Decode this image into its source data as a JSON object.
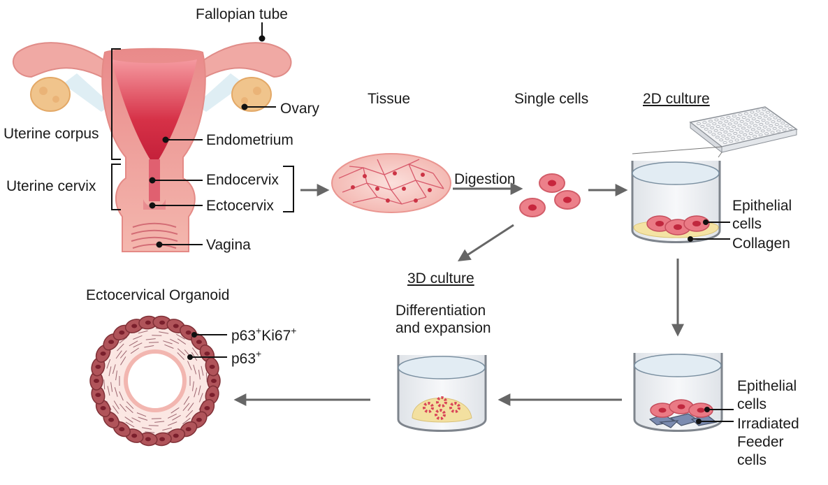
{
  "anatomy": {
    "fallopian_tube": "Fallopian tube",
    "ovary": "Ovary",
    "uterine_corpus": "Uterine corpus",
    "endometrium": "Endometrium",
    "uterine_cervix": "Uterine cervix",
    "endocervix": "Endocervix",
    "ectocervix": "Ectocervix",
    "vagina": "Vagina"
  },
  "steps": {
    "tissue": "Tissue",
    "single_cells": "Single cells",
    "culture_2d": "2D culture",
    "digestion": "Digestion",
    "culture_3d": "3D culture",
    "differentiation_line1": "Differentiation",
    "differentiation_line2": "and expansion"
  },
  "dish_2d": {
    "epithelial_line1": "Epithelial",
    "epithelial_line2": "cells",
    "collagen": "Collagen"
  },
  "dish_feeder": {
    "epithelial_line1": "Epithelial",
    "epithelial_line2": "cells",
    "irradiated": "Irradiated",
    "feeder": "Feeder",
    "cells": "cells"
  },
  "organoid": {
    "title": "Ectocervical Organoid",
    "p63_prefix": "p63",
    "ki67_prefix": "Ki67",
    "superscript": "+"
  },
  "colors": {
    "uterus_outer": "#f2b3ad",
    "uterus_inner": "#d9374a",
    "ovary": "#f0c48c",
    "arrow": "#666666",
    "cell": "#e8707a",
    "organoid_outer": "#b0545a"
  }
}
